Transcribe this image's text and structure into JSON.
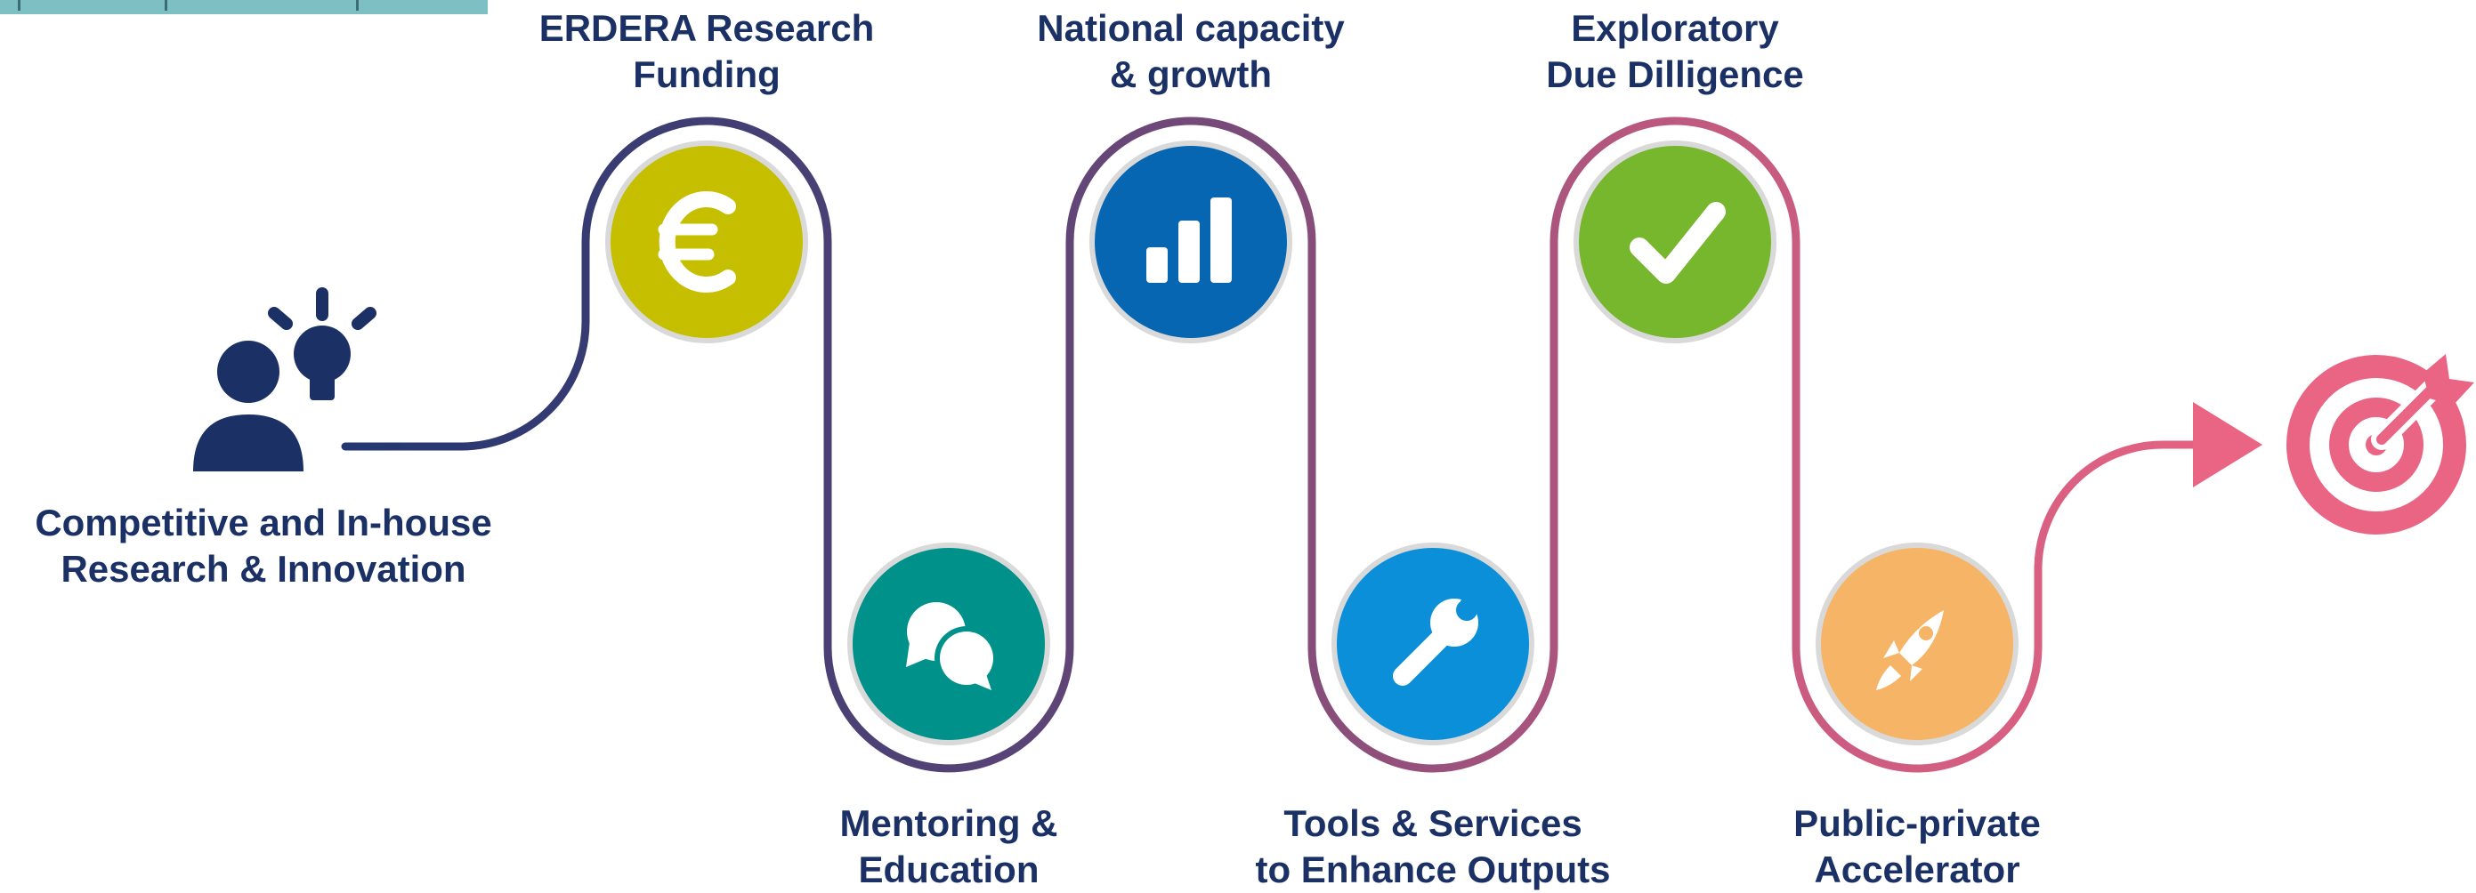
{
  "start": {
    "title_line1": "Competitive and In-house",
    "title_line2": "Research & Innovation"
  },
  "steps": [
    {
      "line1": "ERDERA Research",
      "line2": "Funding",
      "icon": "euro-icon",
      "color": "#c5bf00"
    },
    {
      "line1": "Mentoring &",
      "line2": "Education",
      "icon": "chat-bubbles-icon",
      "color": "#00918a"
    },
    {
      "line1": "National capacity",
      "line2": "& growth",
      "icon": "bar-chart-icon",
      "color": "#0766b1"
    },
    {
      "line1": "Tools & Services",
      "line2": "to Enhance Outputs",
      "icon": "wrench-icon",
      "color": "#0b8fd9"
    },
    {
      "line1": "Exploratory",
      "line2": "Due Dilligence",
      "icon": "checkmark-icon",
      "color": "#76b72e"
    },
    {
      "line1": "Public-private",
      "line2": "Accelerator",
      "icon": "rocket-icon",
      "color": "#f6b466"
    }
  ],
  "colors": {
    "text": "#1b3165",
    "path_start": "#233770",
    "path_end": "#ea6483",
    "target": "#ea6483"
  },
  "icons": {
    "start": "person-idea-icon",
    "end": "target-arrow-icon"
  }
}
